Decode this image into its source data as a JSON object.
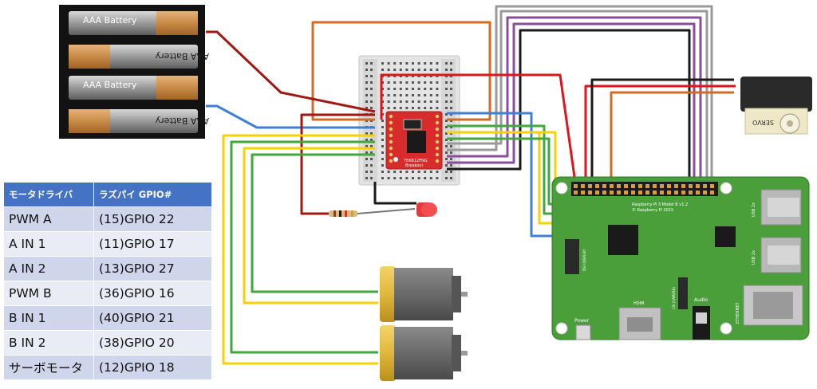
{
  "batteries": [
    {
      "label": "AAA Battery",
      "flipped": false
    },
    {
      "label": "AAA Battery",
      "flipped": true
    },
    {
      "label": "AAA Battery",
      "flipped": false
    },
    {
      "label": "AAA Battery",
      "flipped": true
    }
  ],
  "driver_board": {
    "label_line1": "TB6612FNG",
    "label_line2": "Breakout"
  },
  "raspberry_pi": {
    "model_text": "Raspberry Pi 3 Model B v1.2",
    "copyright_text": "© Raspberry Pi 2015",
    "ports": {
      "usb1": "USB 2x",
      "usb2": "USB 2x",
      "ethernet": "ETHERNET",
      "hdmi": "HDMI",
      "audio": "Audio",
      "power": "Power",
      "dsi": "DSI (DISPLAY)",
      "csi": "CSI (CAMERA)"
    }
  },
  "servo": {
    "label": "SERVO"
  },
  "wire_colors": {
    "red": "#e0151b",
    "dark_red": "#a11812",
    "black": "#1a1a1a",
    "orange": "#d46b22",
    "blue": "#3f7fd8",
    "green": "#41a83d",
    "yellow": "#f4d10a",
    "purple": "#8a4c9c",
    "gray": "#9a9a9a"
  },
  "pin_table": {
    "headers": [
      "モータドライバ",
      "ラズパイ GPIO#"
    ],
    "rows": [
      [
        "PWM A",
        "(15)GPIO 22"
      ],
      [
        "A IN 1",
        "(11)GPIO 17"
      ],
      [
        "A IN 2",
        "(13)GPIO 27"
      ],
      [
        "PWM B",
        "(36)GPIO 16"
      ],
      [
        "B IN 1",
        "(40)GPIO 21"
      ],
      [
        "B IN 2",
        "(38)GPIO 20"
      ],
      [
        "サーボモータ",
        "(12)GPIO 18"
      ]
    ]
  }
}
